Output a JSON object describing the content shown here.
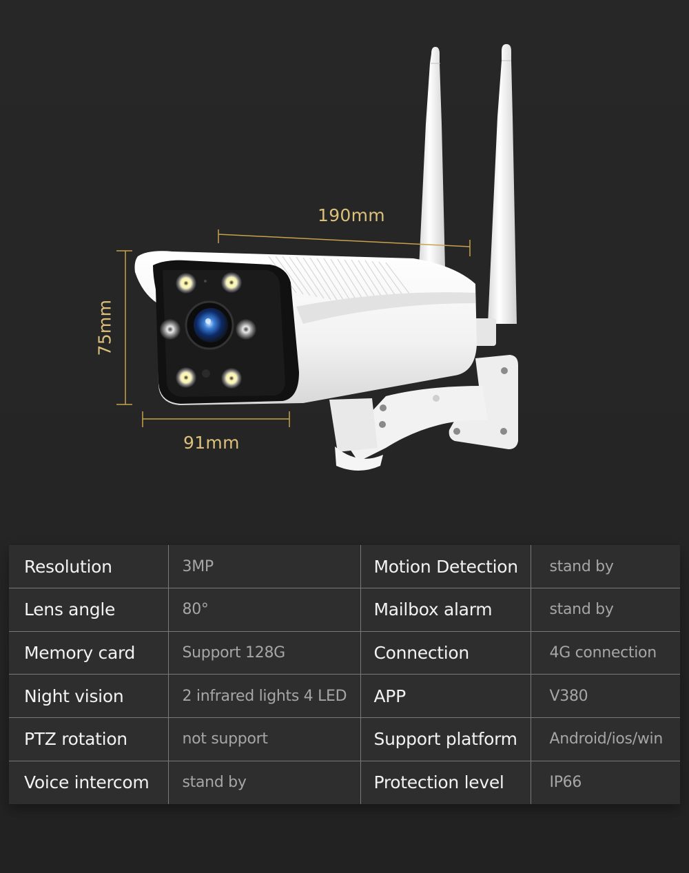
{
  "product": {
    "name": "Outdoor 4G bullet camera with dual antennas",
    "dimensions": {
      "length": "190mm",
      "height": "75mm",
      "width": "91mm"
    },
    "colors": {
      "dimension_accent": "#dcc07a",
      "background": "#262626",
      "table_bg": "#2e2e2e",
      "table_border": "#7a7a7a",
      "key_text": "#f2f2f2",
      "value_text": "#a6a6a6"
    }
  },
  "specs": {
    "rows": [
      {
        "left_key": "Resolution",
        "left_value": "3MP",
        "right_key": "Motion Detection",
        "right_value": "stand by"
      },
      {
        "left_key": "Lens angle",
        "left_value": "80°",
        "right_key": "Mailbox alarm",
        "right_value": "stand by"
      },
      {
        "left_key": "Memory card",
        "left_value": "Support 128G",
        "right_key": "Connection",
        "right_value": "4G connection"
      },
      {
        "left_key": "Night vision",
        "left_value": "2 infrared lights 4 LED",
        "right_key": "APP",
        "right_value": "V380"
      },
      {
        "left_key": "PTZ rotation",
        "left_value": "not support",
        "right_key": "Support platform",
        "right_value": "Android/ios/win"
      },
      {
        "left_key": "Voice intercom",
        "left_value": "stand by",
        "right_key": "Protection level",
        "right_value": "IP66"
      }
    ]
  }
}
